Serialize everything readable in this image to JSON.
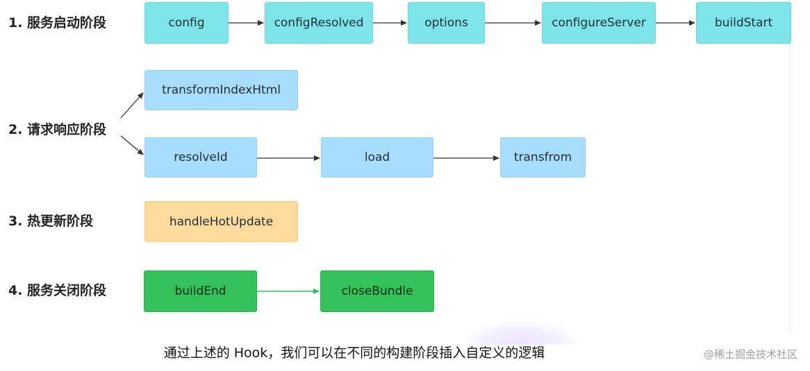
{
  "phases": [
    {
      "label": "1. 服务启动阶段"
    },
    {
      "label": "2. 请求响应阶段"
    },
    {
      "label": "3. 热更新阶段"
    },
    {
      "label": "4. 服务关闭阶段"
    }
  ],
  "nodes": {
    "config": "config",
    "configResolved": "configResolved",
    "options": "options",
    "configureServer": "configureServer",
    "buildStart": "buildStart",
    "transformIndexHtml": "transformIndexHtml",
    "resolveId": "resolveId",
    "load": "load",
    "transfrom": "transfrom",
    "handleHotUpdate": "handleHotUpdate",
    "buildEnd": "buildEnd",
    "closeBundle": "closeBundle"
  },
  "colors": {
    "startup": "#7de5e8",
    "request": "#a7dcfb",
    "hotupdate": "#fedb9b",
    "shutdown": "#33c15a",
    "arrow": "#333333",
    "arrow_green": "#33c15a"
  },
  "caption": "通过上述的 Hook，我们可以在不同的构建阶段插入自定义的逻辑",
  "watermark": "@稀土掘金技术社区"
}
